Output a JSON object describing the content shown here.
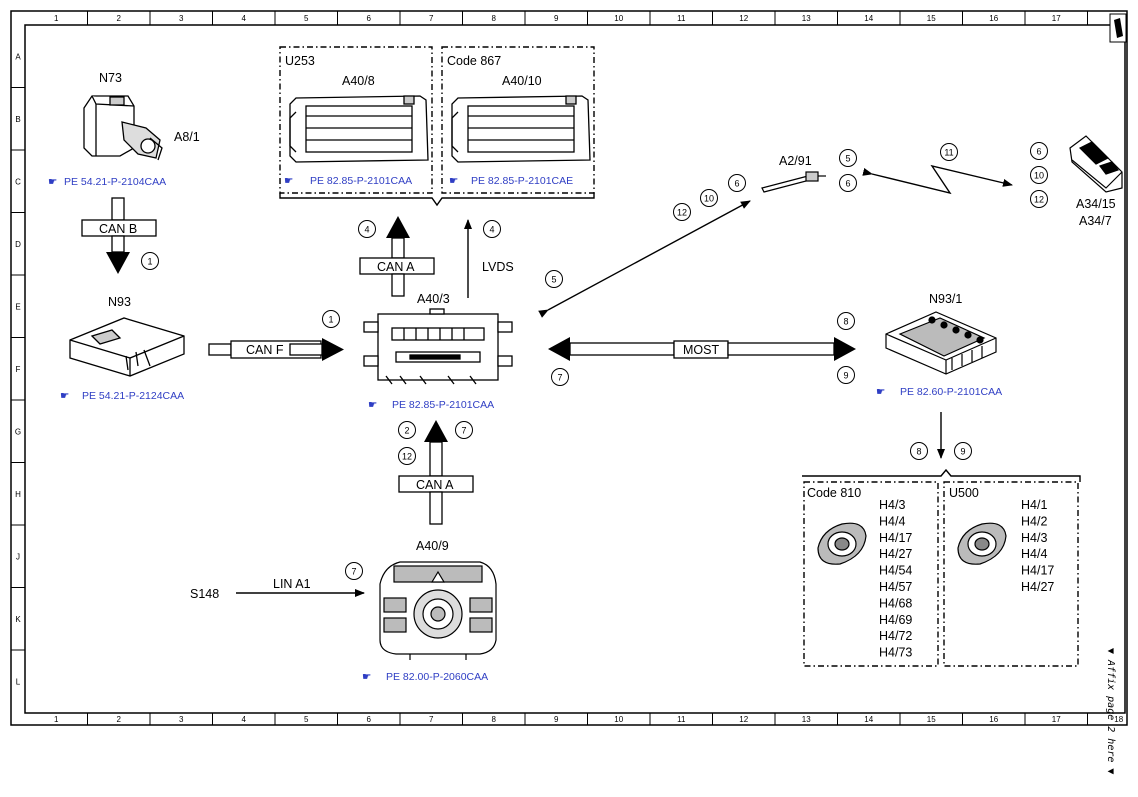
{
  "grid": {
    "columns": [
      "1",
      "2",
      "3",
      "4",
      "5",
      "6",
      "7",
      "8",
      "9",
      "10",
      "11",
      "12",
      "13",
      "14",
      "15",
      "16",
      "17",
      "18"
    ],
    "rows": [
      "A",
      "B",
      "C",
      "D",
      "E",
      "F",
      "G",
      "H",
      "J",
      "K",
      "L"
    ]
  },
  "side_note": "▼ Affix page 2 here ▼",
  "components": {
    "n73": "N73",
    "a8_1": "A8/1",
    "n93": "N93",
    "u253": "U253",
    "a40_8": "A40/8",
    "code867": "Code 867",
    "a40_10": "A40/10",
    "a40_3": "A40/3",
    "a2_91": "A2/91",
    "a34_15": "A34/15",
    "a34_7": "A34/7",
    "n93_1": "N93/1",
    "a40_9": "A40/9",
    "s148": "S148",
    "code810": "Code 810",
    "u500": "U500"
  },
  "refs": {
    "r1": "PE 54.21-P-2104CAA",
    "r2": "PE 82.85-P-2101CAA",
    "r3": "PE 82.85-P-2101CAE",
    "r4": "PE 54.21-P-2124CAA",
    "r5": "PE 82.85-P-2101CAA",
    "r6": "PE 82.60-P-2101CAA",
    "r7": "PE 82.00-P-2060CAA"
  },
  "buses": {
    "can_b": "CAN B",
    "can_a_top": "CAN A",
    "lvds": "LVDS",
    "can_f": "CAN F",
    "most": "MOST",
    "can_a_bottom": "CAN A",
    "lin_a1": "LIN A1"
  },
  "circles": {
    "c_canb": "1",
    "c_canf": "1",
    "c_cana_top": "4",
    "c_lvds": "4",
    "c_12": "12",
    "c_10": "10",
    "c_6a": "6",
    "c_5a": "5",
    "c_a2_5": "5",
    "c_a2_6": "6",
    "c_11": "11",
    "c_a34_6": "6",
    "c_a34_10": "10",
    "c_a34_12": "12",
    "c_most_8": "8",
    "c_most_9": "9",
    "c_most_7": "7",
    "c_cana_2": "2",
    "c_cana_7": "7",
    "c_cana_12": "12",
    "c_n931_8": "8",
    "c_n931_9": "9",
    "c_lin_7": "7"
  },
  "speakers_code810": [
    "H4/3",
    "H4/4",
    "H4/17",
    "H4/27",
    "H4/54",
    "H4/57",
    "H4/68",
    "H4/69",
    "H4/72",
    "H4/73"
  ],
  "speakers_u500": [
    "H4/1",
    "H4/2",
    "H4/3",
    "H4/4",
    "H4/17",
    "H4/27"
  ]
}
